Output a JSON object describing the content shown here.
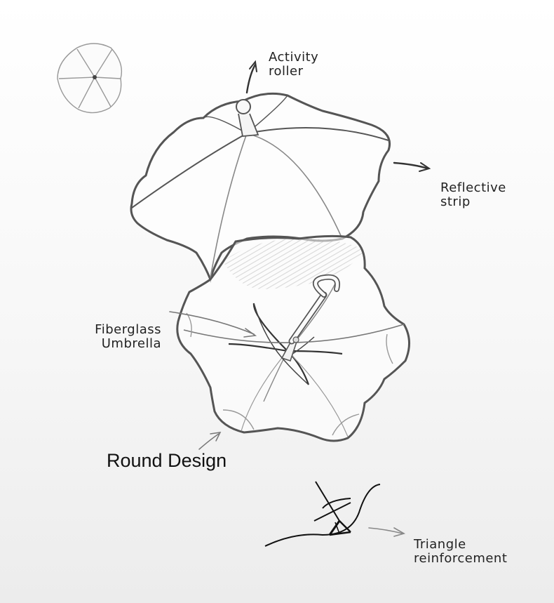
{
  "labels": {
    "activity_roller": [
      "Activity",
      "roller"
    ],
    "reflective_strip": [
      "Reflective",
      "strip"
    ],
    "fiberglass_umbrella": [
      "Fiberglass",
      "Umbrella"
    ],
    "round_design": "Round Design",
    "triangle_reinforcement": [
      "Triangle",
      "reinforcement"
    ]
  }
}
